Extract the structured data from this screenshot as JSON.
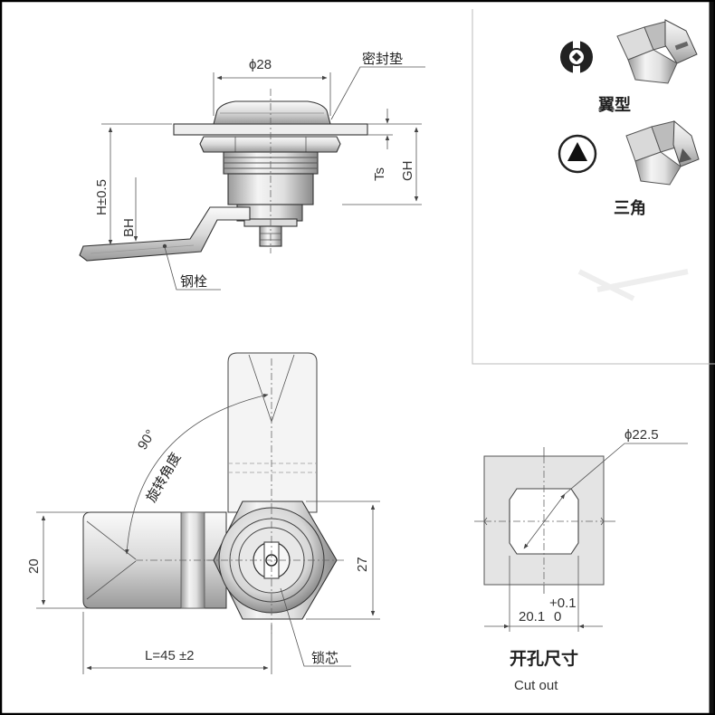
{
  "side_view": {
    "diameter_label": "ϕ28",
    "gasket_label": "密封垫",
    "h_label": "H±0.5",
    "bh_label": "BH",
    "ts_label": "Ts",
    "gh_label": "GH",
    "bolt_label": "钢栓"
  },
  "key_types": {
    "wing_label": "翼型",
    "triangle_label": "三角"
  },
  "front_view": {
    "angle_label": "90°",
    "rotation_label": "旋转角度",
    "width_label": "20",
    "hex_label": "27",
    "length_label": "L=45 ±2",
    "core_label": "锁芯"
  },
  "cutout": {
    "diameter_label": "ϕ22.5",
    "width_label": "20.1",
    "tol_upper": "+0.1",
    "tol_lower": "0",
    "title_cn": "开孔尺寸",
    "title_en": "Cut out"
  },
  "colors": {
    "metal_light": "#f2f2f2",
    "metal_mid": "#c8c8c8",
    "metal_dark": "#7a7a7a",
    "cutout_fill": "#e6e6e6",
    "border": "#000000"
  }
}
